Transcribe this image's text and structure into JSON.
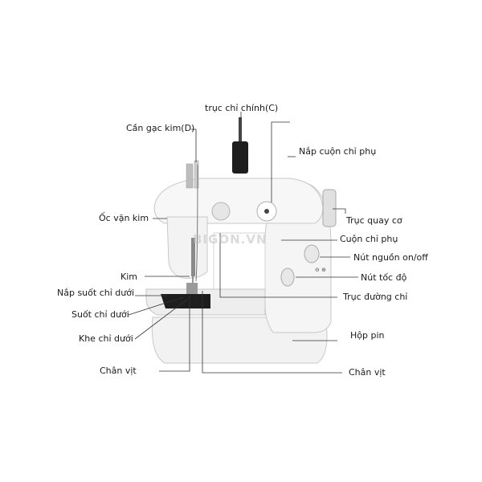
{
  "labels": {
    "main_spindle": "trục chỉ chính(C)",
    "thread_lever": "Cần gạc kim(D)",
    "aux_spool_cap": "Nắp cuộn chỉ phụ",
    "screw_knob": "Ốc vặn kim",
    "hand_wheel": "Trục quay cơ",
    "aux_bobbin": "Cuộn chỉ phụ",
    "power_button": "Nút nguồn on/off",
    "needle": "Kim",
    "speed_button": "Nút tốc độ",
    "bobbin_cover": "Nắp suốt chỉ dưới",
    "thread_axis": "Trục đường chỉ",
    "lower_bobbin": "Suốt chỉ dưới",
    "battery_box": "Hộp pin",
    "lower_thread_slot": "Khe chỉ dưới",
    "presser_foot_left": "Chân vịt",
    "presser_foot_right": "Chân vịt"
  },
  "watermark": "BIGON.VN",
  "colors": {
    "body": "#f4f4f4",
    "outline": "#c8c8c8",
    "dark": "#1e1e1e",
    "line": "#333333"
  }
}
